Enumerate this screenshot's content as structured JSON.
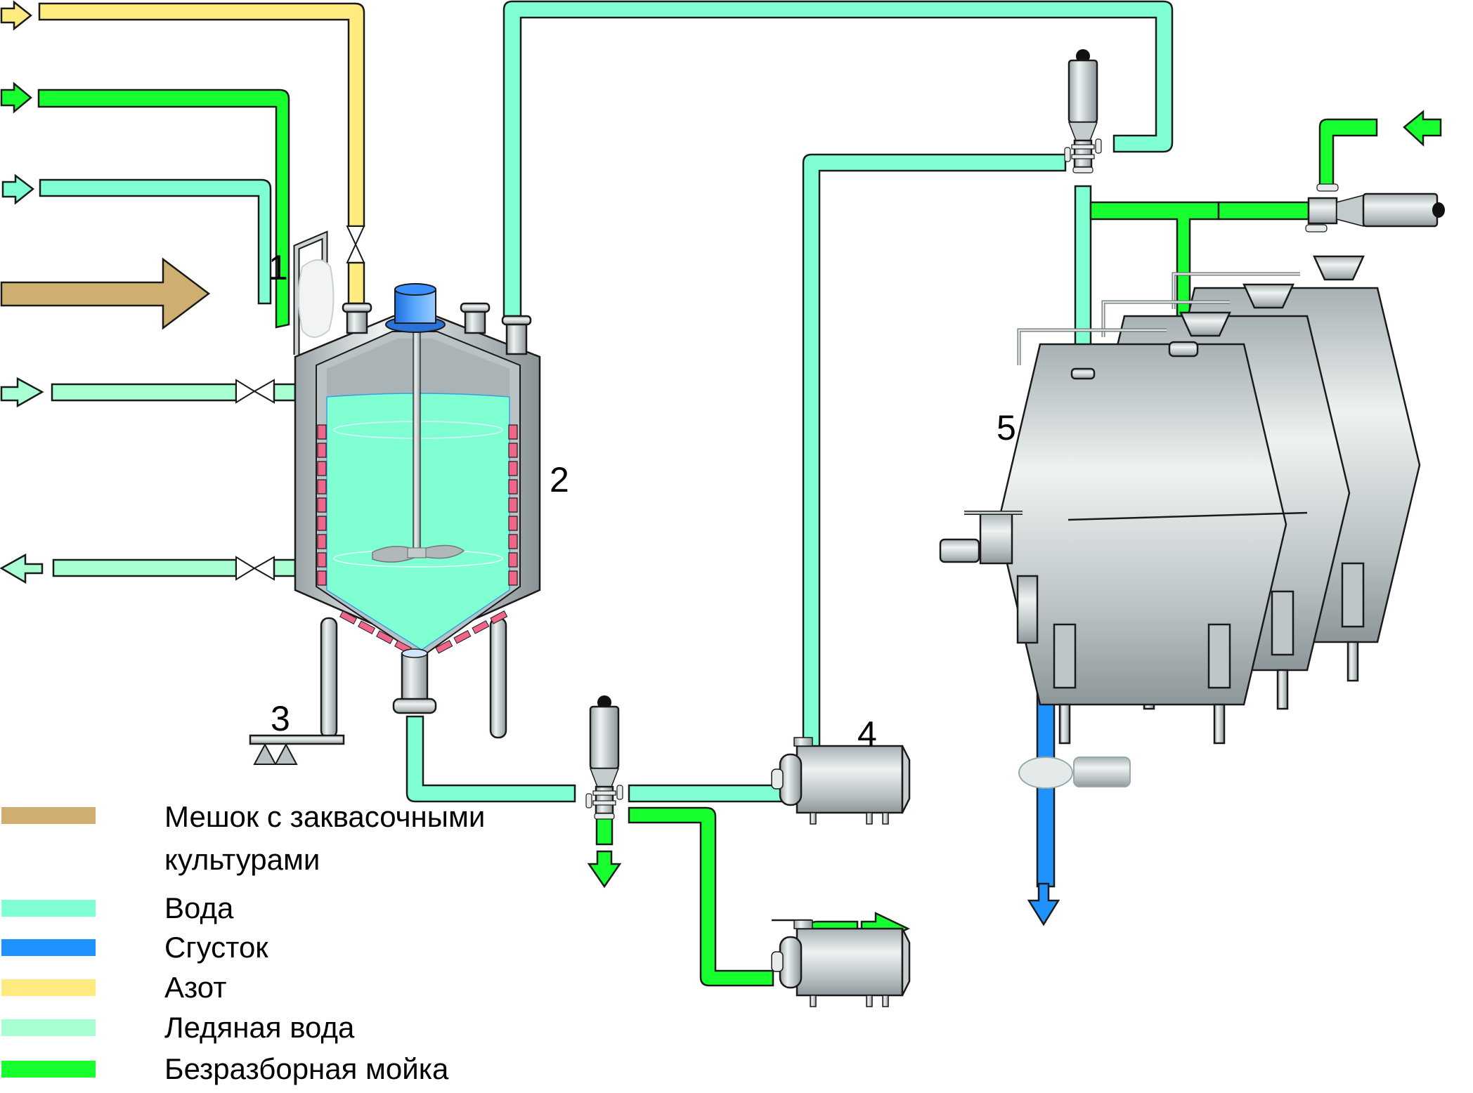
{
  "colors": {
    "culture_bag": "#CFAF70",
    "water": "#80FFD2",
    "curd": "#2092FF",
    "nitrogen": "#FFEB80",
    "ice_water": "#A8FFD2",
    "cip": "#18FF30",
    "heating_element": "#F0658A",
    "motor": "#3A8FFF"
  },
  "components": [
    {
      "id": "1",
      "label": "1",
      "description": "culture bag holder"
    },
    {
      "id": "2",
      "label": "2",
      "description": "starter culture tank"
    },
    {
      "id": "3",
      "label": "3",
      "description": "load cell / weighing"
    },
    {
      "id": "4",
      "label": "4",
      "description": "pump"
    },
    {
      "id": "5",
      "label": "5",
      "description": "cheese vats"
    }
  ],
  "legend": [
    {
      "key": "culture_bag",
      "label_line1": "Мешок с заквасочными",
      "label_line2": "культурами"
    },
    {
      "key": "water",
      "label_line1": "Вода"
    },
    {
      "key": "curd",
      "label_line1": "Сгусток"
    },
    {
      "key": "nitrogen",
      "label_line1": "Азот"
    },
    {
      "key": "ice_water",
      "label_line1": "Ледяная вода"
    },
    {
      "key": "cip",
      "label_line1": "Безразборная мойка"
    }
  ]
}
